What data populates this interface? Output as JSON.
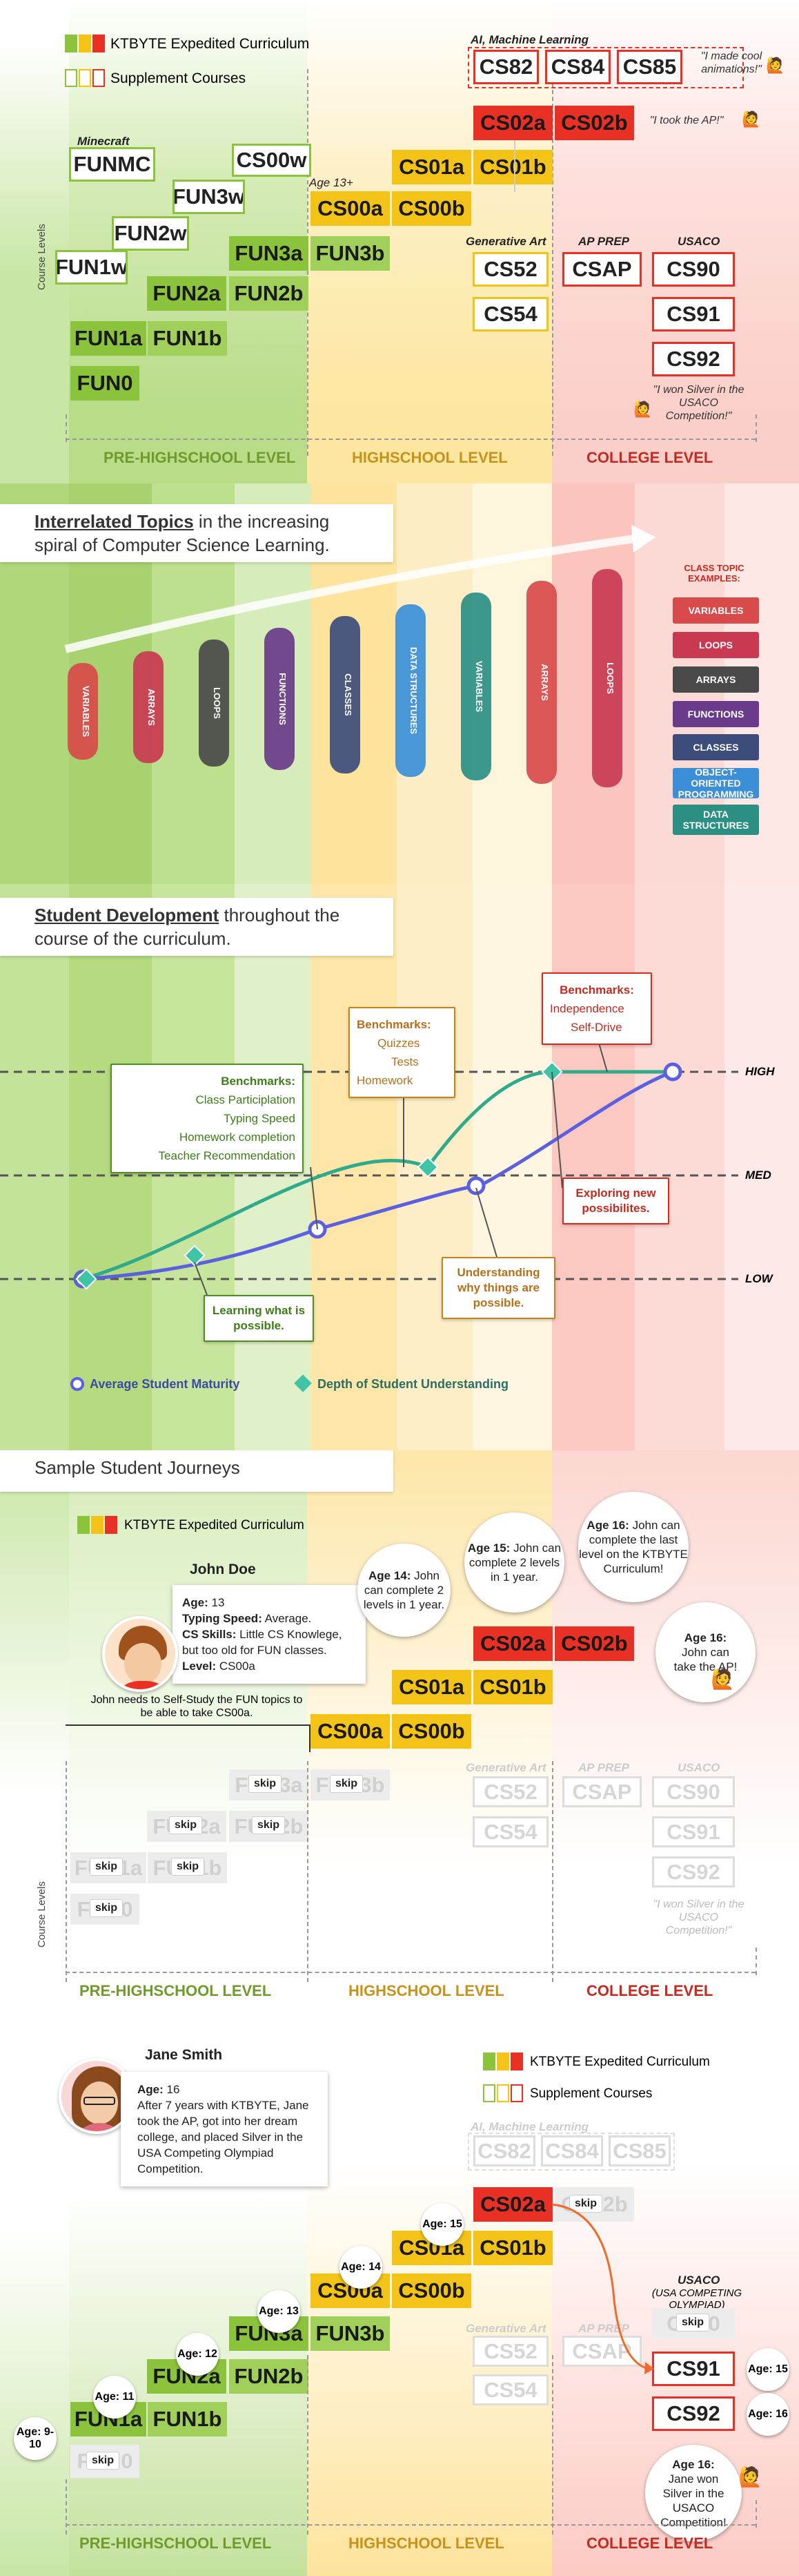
{
  "legend": {
    "expedited": "KTBYTE Expedited Curriculum",
    "supplement": "Supplement Courses"
  },
  "axis": {
    "course_levels": "Course Levels"
  },
  "levels": {
    "pre": "PRE-HIGHSCHOOL LEVEL",
    "high": "HIGHSCHOOL LEVEL",
    "college": "COLLEGE LEVEL"
  },
  "courses": {
    "fun0": "FUN0",
    "fun1a": "FUN1a",
    "fun1b": "FUN1b",
    "fun1w": "FUN1w",
    "fun2a": "FUN2a",
    "fun2b": "FUN2b",
    "fun2w": "FUN2w",
    "fun3a": "FUN3a",
    "fun3b": "FUN3b",
    "fun3w": "FUN3w",
    "funmc": "FUNMC",
    "cs00w": "CS00w",
    "cs00a": "CS00a",
    "cs00b": "CS00b",
    "cs01a": "CS01a",
    "cs01b": "CS01b",
    "cs02a": "CS02a",
    "cs02b": "CS02b",
    "cs52": "CS52",
    "cs54": "CS54",
    "csap": "CSAP",
    "cs90": "CS90",
    "cs91": "CS91",
    "cs92": "CS92",
    "cs82": "CS82",
    "cs84": "CS84",
    "cs85": "CS85"
  },
  "tags": {
    "minecraft": "Minecraft",
    "age13": "Age 13+",
    "ai": "AI, Machine Learning",
    "genart": "Generative Art",
    "apprep": "AP PREP",
    "usaco": "USACO"
  },
  "quotes": {
    "animations": "\"I made cool animations!\"",
    "tookap": "\"I took the AP!\"",
    "silver": "\"I won Silver in the USACO Competition!\""
  },
  "topics": {
    "title_bold": "Interrelated Topics",
    "title_rest": " in the increasing spiral of Computer Science Learning.",
    "header": "CLASS TOPIC EXAMPLES:",
    "items": [
      {
        "label": "VARIABLES",
        "color": "#d94a4a"
      },
      {
        "label": "LOOPS",
        "color": "#c93a52"
      },
      {
        "label": "ARRAYS",
        "color": "#4a4a4a"
      },
      {
        "label": "FUNCTIONS",
        "color": "#6a3b8a"
      },
      {
        "label": "CLASSES",
        "color": "#3c4d7c"
      },
      {
        "label": "OBJECT-ORIENTED PROGRAMMING",
        "color": "#3b8fd8"
      },
      {
        "label": "DATA STRUCTURES",
        "color": "#2b8f84"
      }
    ],
    "spiral_words": [
      "VARIABLES",
      "ARRAYS",
      "LOOPS",
      "FUNCTIONS",
      "CLASSES",
      "DATA STRUCTURES"
    ]
  },
  "development": {
    "title_bold": "Student Development",
    "title_rest": " throughout the course of the curriculum.",
    "high": "HIGH",
    "med": "MED",
    "low": "LOW",
    "bench1": {
      "h": "Benchmarks:",
      "items": [
        "Class Participlation",
        "Typing Speed",
        "Homework completion",
        "Teacher Recommendation"
      ]
    },
    "bench2": {
      "h": "Benchmarks:",
      "items": [
        "Quizzes",
        "Tests",
        "Homework"
      ]
    },
    "bench3": {
      "h": "Benchmarks:",
      "items": [
        "Independence",
        "Self-Drive"
      ]
    },
    "note1": "Learning what is possible.",
    "note2": "Understanding why things are possible.",
    "note3": "Exploring new possibilites.",
    "legend_maturity": "Average Student Maturity",
    "legend_depth": "Depth of Student Understanding"
  },
  "journeys": {
    "title": "Sample Student Journeys"
  },
  "john": {
    "name": "John Doe",
    "age_label": "Age:",
    "age": "13",
    "typing_label": "Typing Speed:",
    "typing": "Average.",
    "skills_label": "CS Skills:",
    "skills": "Little CS Knowlege, but too old for FUN classes.",
    "level_label": "Level:",
    "level": "CS00a",
    "self_study": "John needs to Self-Study the FUN topics to be able to take CS00a.",
    "b1_age": "Age 14:",
    "b1": "John can complete 2 levels in 1 year.",
    "b2_age": "Age 15:",
    "b2": "John can complete 2 levels in 1 year.",
    "b3_age": "Age 16:",
    "b3": "John can complete the last level on the KTBYTE Curriculum!",
    "b4_age": "Age 16:",
    "b4": "John can take the AP!",
    "skip": "skip"
  },
  "jane": {
    "name": "Jane Smith",
    "age_label": "Age:",
    "age": "16",
    "story": "After 7 years with KTBYTE, Jane took the AP, got into her dream college, and placed Silver in the USA Competing Olympiad Competition.",
    "usaco_full": "(USA COMPETING OLYMPIAD)",
    "ages": [
      "Age: 9-10",
      "Age: 11",
      "Age: 12",
      "Age: 13",
      "Age: 14",
      "Age: 15",
      "Age: 15",
      "Age: 16"
    ],
    "final_age": "Age 16:",
    "final": "Jane won Silver in the USACO Competition!",
    "skip": "skip"
  },
  "colors": {
    "green": "#8bc43c",
    "yellow": "#f3c318",
    "red": "#e83124",
    "teal": "#2faa8a",
    "blue": "#6b6fe0"
  }
}
